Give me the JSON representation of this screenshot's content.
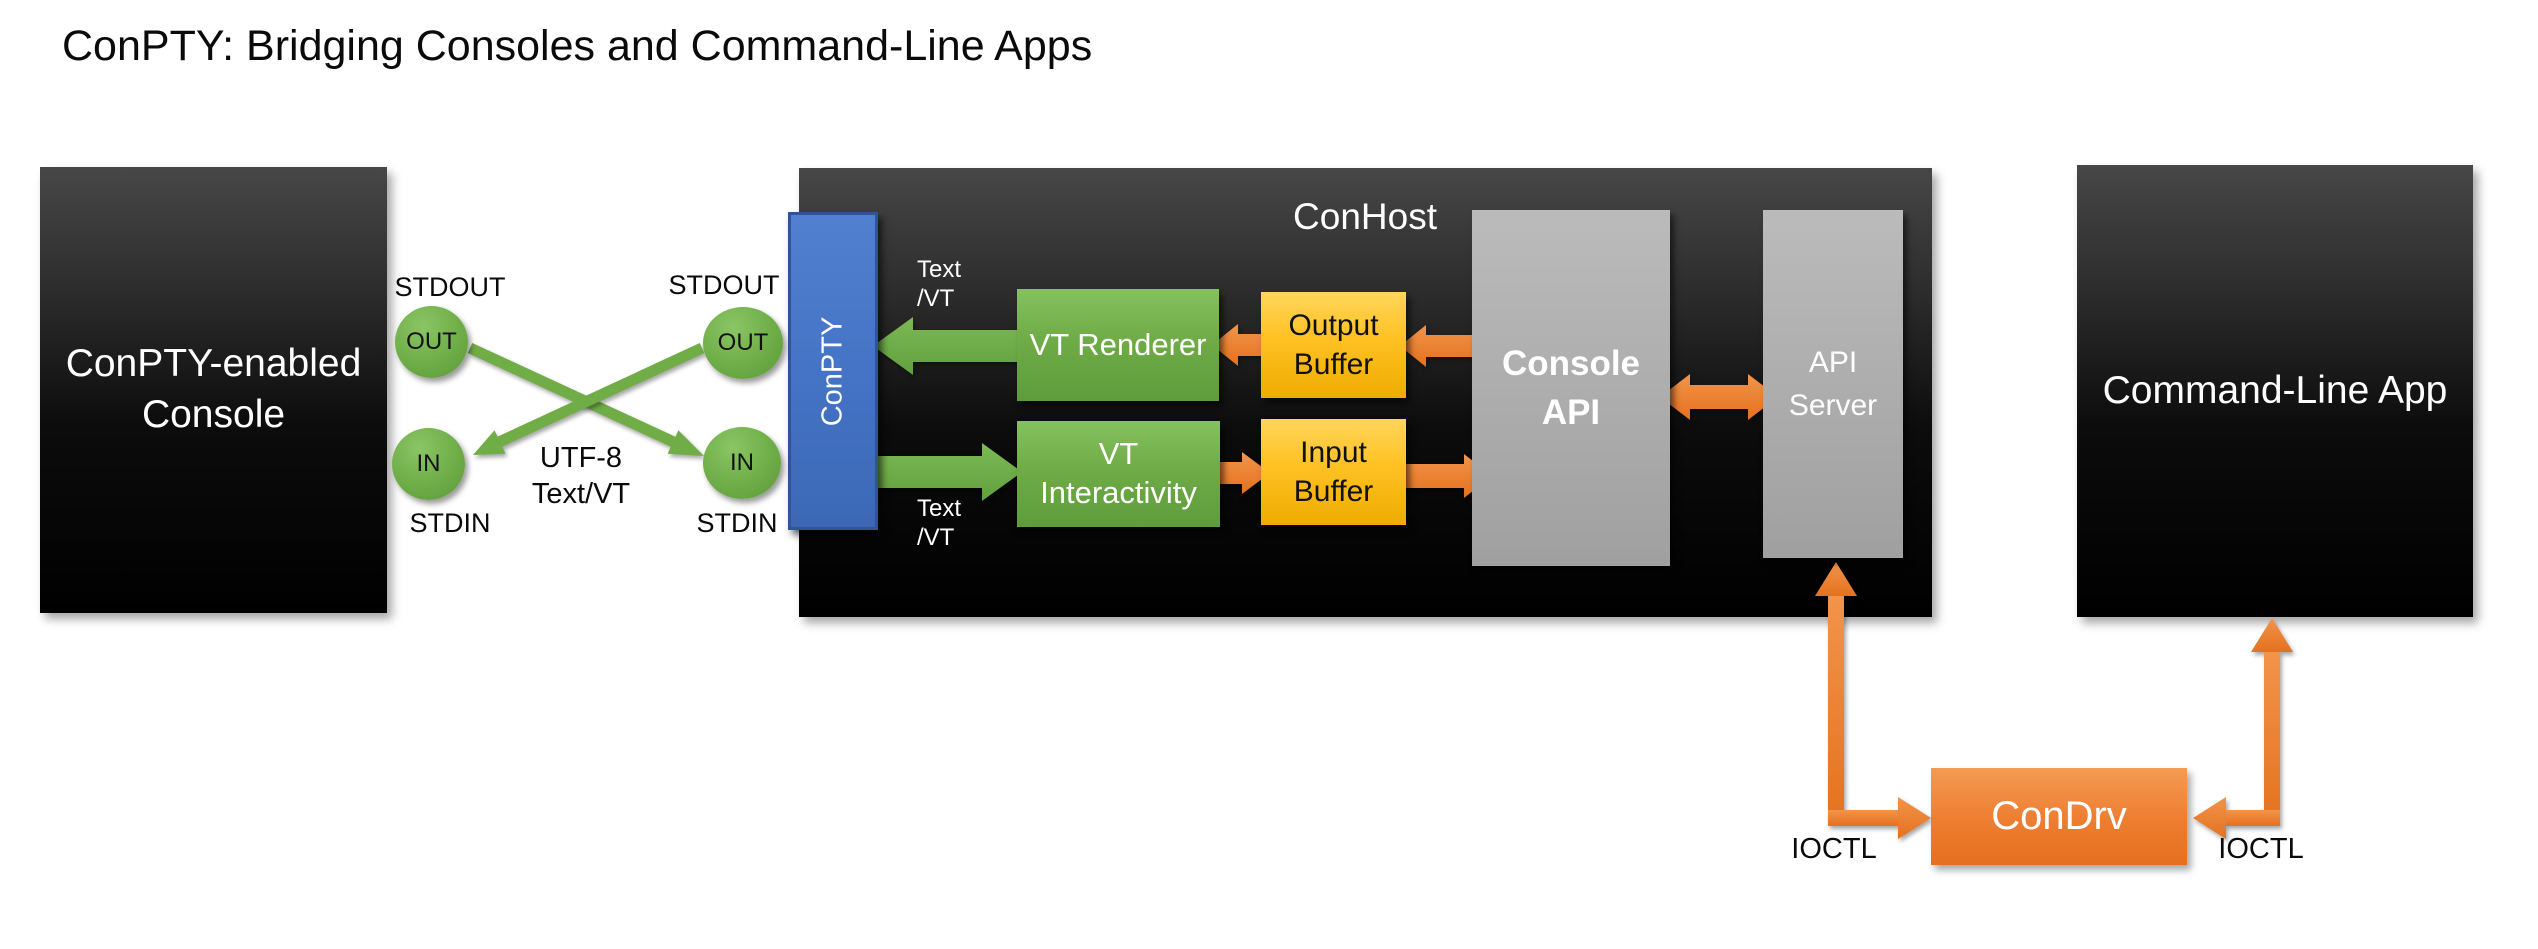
{
  "title": "ConPTY: Bridging Consoles and Command-Line Apps",
  "console_box": {
    "line1": "ConPTY-enabled",
    "line2": "Console"
  },
  "left_pipe": {
    "stdout": "STDOUT",
    "stdin": "STDIN",
    "out": "OUT",
    "in": "IN"
  },
  "right_pipe": {
    "stdout": "STDOUT",
    "stdin": "STDIN",
    "out": "OUT",
    "in": "IN"
  },
  "utf8_label": {
    "line1": "UTF-8",
    "line2": "Text/VT"
  },
  "conhost": {
    "title": "ConHost",
    "conpty": "ConPTY",
    "text_vt_top": {
      "line1": "Text",
      "line2": "/VT"
    },
    "text_vt_bottom": {
      "line1": "Text",
      "line2": "/VT"
    },
    "vt_renderer": "VT Renderer",
    "vt_interactivity": {
      "line1": "VT",
      "line2": "Interactivity"
    },
    "output_buffer": {
      "line1": "Output",
      "line2": "Buffer"
    },
    "input_buffer": {
      "line1": "Input",
      "line2": "Buffer"
    },
    "console_api": {
      "line1": "Console",
      "line2": "API"
    },
    "api_server": {
      "line1": "API",
      "line2": "Server"
    }
  },
  "command_line_app": "Command-Line App",
  "condrv": {
    "label": "ConDrv",
    "ioctl_left": "IOCTL",
    "ioctl_right": "IOCTL"
  },
  "colors": {
    "green": "#70AD47",
    "gold": "#FFC000",
    "orange": "#ED7D31",
    "blue": "#4472C4",
    "gray": "#ABABAB",
    "box_black": "#000000",
    "background": "#FFFFFF"
  }
}
